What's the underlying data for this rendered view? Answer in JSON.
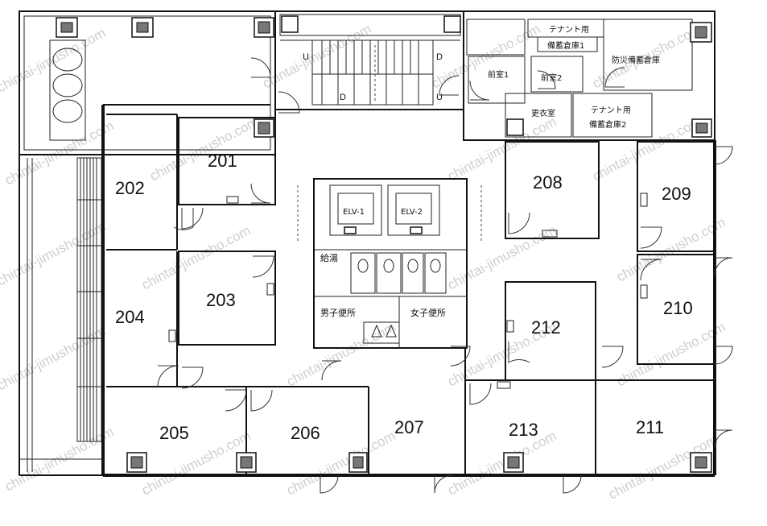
{
  "rooms": {
    "r201": "201",
    "r202": "202",
    "r203": "203",
    "r204": "204",
    "r205": "205",
    "r206": "206",
    "r207": "207",
    "r208": "208",
    "r209": "209",
    "r210": "210",
    "r211": "211",
    "r212": "212",
    "r213": "213"
  },
  "facilities": {
    "tenant_storage_1_line1": "テナント用",
    "tenant_storage_1_line2": "備蓄倉庫1",
    "disaster_storage": "防災備蓄倉庫",
    "vestibule_1": "前室1",
    "vestibule_2": "前室2",
    "locker_room": "更衣室",
    "tenant_storage_2_line1": "テナント用",
    "tenant_storage_2_line2": "備蓄倉庫2",
    "elevator_1": "ELV-1",
    "elevator_2": "ELV-2",
    "kitchenette": "給湯",
    "mens_toilet": "男子便所",
    "womens_toilet": "女子便所"
  },
  "stairs": {
    "up": "U",
    "down": "D"
  },
  "watermark": "chintai-jimusho.com"
}
